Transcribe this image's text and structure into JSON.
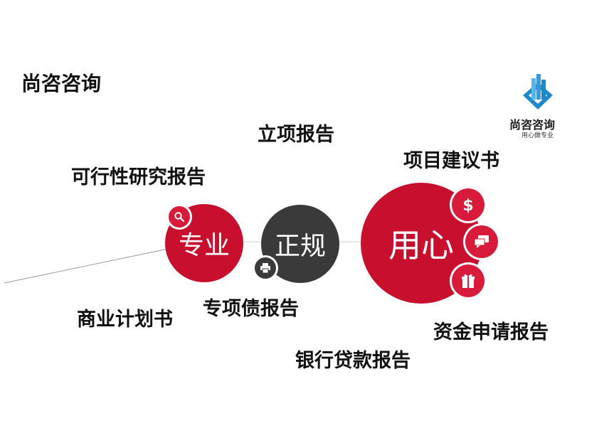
{
  "brand": {
    "title": "尚咨咨询",
    "logo_name": "尚咨咨询",
    "logo_tagline": "用心做专业"
  },
  "circles": {
    "pro": "专业",
    "standard": "正规",
    "heart": "用心"
  },
  "labels": {
    "project_approval": "立项报告",
    "proposal": "项目建议书",
    "feasibility": "可行性研究报告",
    "business_plan": "商业计划书",
    "special_bond": "专项债报告",
    "fund_application": "资金申请报告",
    "bank_loan": "银行贷款报告"
  },
  "colors": {
    "accent_red": "#c8102e",
    "dark_grey": "#3a3a3a",
    "logo_blue": "#1e88c8"
  },
  "icons": [
    "search-icon",
    "printer-icon",
    "dollar-icon",
    "chat-icon",
    "gift-icon",
    "logo-icon"
  ]
}
